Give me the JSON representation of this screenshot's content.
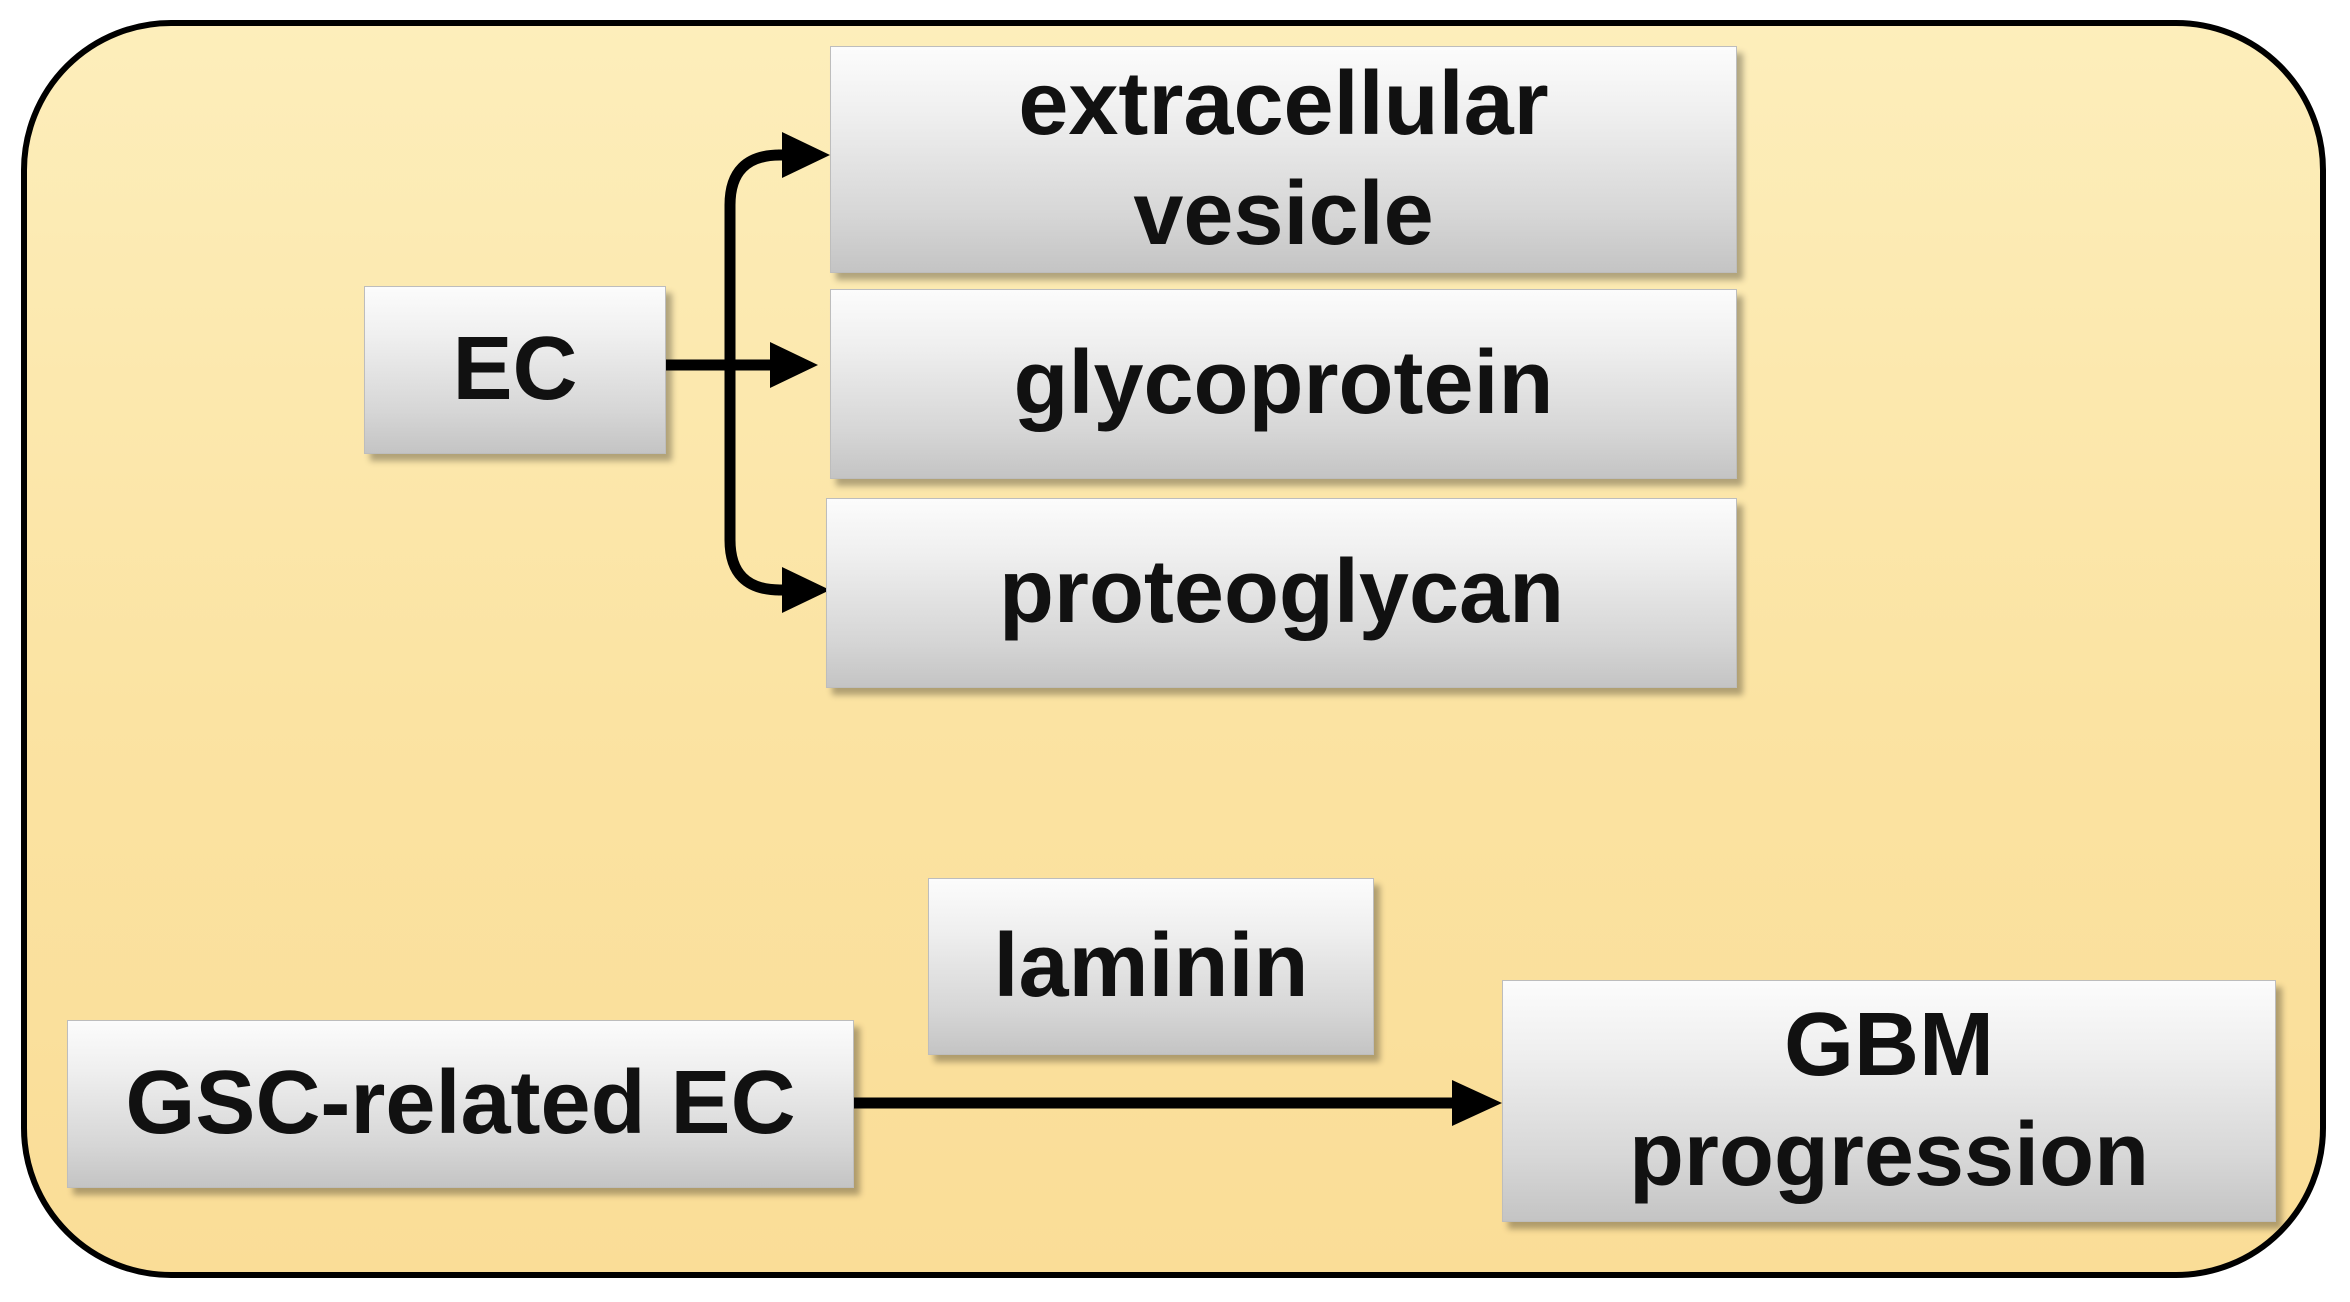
{
  "diagram": {
    "nodes": {
      "ec": {
        "label": "EC"
      },
      "extracellular_vesicle": {
        "line1": "extracellular",
        "line2": "vesicle"
      },
      "glycoprotein": {
        "label": "glycoprotein"
      },
      "proteoglycan": {
        "label": "proteoglycan"
      },
      "laminin": {
        "label": "laminin"
      },
      "gsc_related_ec": {
        "label": "GSC-related EC"
      },
      "gbm_progression": {
        "line1": "GBM",
        "line2": "progression"
      }
    },
    "edges": [
      {
        "from": "EC",
        "to": "extracellular vesicle"
      },
      {
        "from": "EC",
        "to": "glycoprotein"
      },
      {
        "from": "EC",
        "to": "proteoglycan"
      },
      {
        "from": "GSC-related EC",
        "to": "GBM progression"
      }
    ],
    "colors": {
      "panel_fill": "#fce8ad",
      "panel_border": "#000000",
      "box_fill": "#e0e0e0",
      "arrow": "#000000",
      "text": "#111111"
    }
  }
}
